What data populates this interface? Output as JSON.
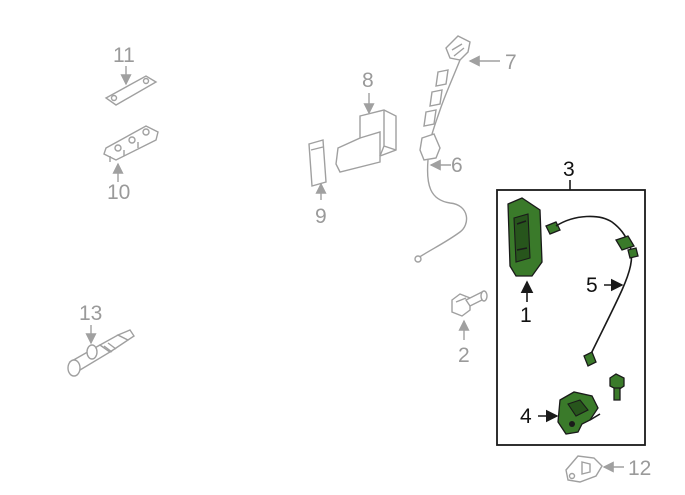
{
  "callouts": {
    "c1": "1",
    "c2": "2",
    "c3": "3",
    "c4": "4",
    "c5": "5",
    "c6": "6",
    "c7": "7",
    "c8": "8",
    "c9": "9",
    "c10": "10",
    "c11": "11",
    "c12": "12",
    "c13": "13"
  },
  "colors": {
    "highlight_parts": "#3a7a2a",
    "context_parts": "#a0a0a0",
    "active_labels": "#111111",
    "inactive_labels": "#9a9a9a"
  }
}
